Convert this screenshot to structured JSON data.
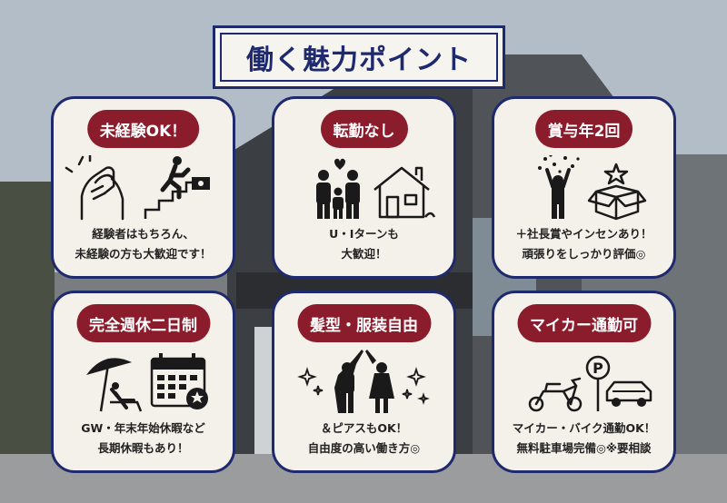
{
  "title": "働く魅力ポイント",
  "colors": {
    "navy": "#1f2a6e",
    "badge": "#8b1c2c",
    "card": "#f4f0ea",
    "icon": "#1a1a1a"
  },
  "cards": [
    {
      "badge": "未経験OK！",
      "icons": [
        "handshake-icon",
        "climbing-stairs-icon"
      ],
      "lines": [
        "経験者はもちろん、",
        "未経験の方も大歓迎です！"
      ]
    },
    {
      "badge": "転勤なし",
      "icons": [
        "family-icon",
        "house-icon"
      ],
      "lines": [
        "U・Iターンも",
        "大歓迎！"
      ]
    },
    {
      "badge": "賞与年2回",
      "icons": [
        "cheering-person-icon",
        "star-box-icon"
      ],
      "lines": [
        "＋社長賞やインセンあり！",
        "頑張りをしっかり評価◎"
      ]
    },
    {
      "badge": "完全週休二日制",
      "icons": [
        "beach-umbrella-icon",
        "calendar-icon"
      ],
      "lines": [
        "GW・年末年始休暇など",
        "長期休暇もあり！"
      ]
    },
    {
      "badge": "髪型・服装自由",
      "icons": [
        "sparkle-icon",
        "high-five-icon"
      ],
      "lines": [
        "＆ピアスもOK！",
        "自由度の高い働き方◎"
      ]
    },
    {
      "badge": "マイカー通勤可",
      "icons": [
        "scooter-icon",
        "parking-car-icon"
      ],
      "lines": [
        "マイカー・バイク通勤OK！",
        "無料駐車場完備◎※要相談"
      ]
    }
  ]
}
